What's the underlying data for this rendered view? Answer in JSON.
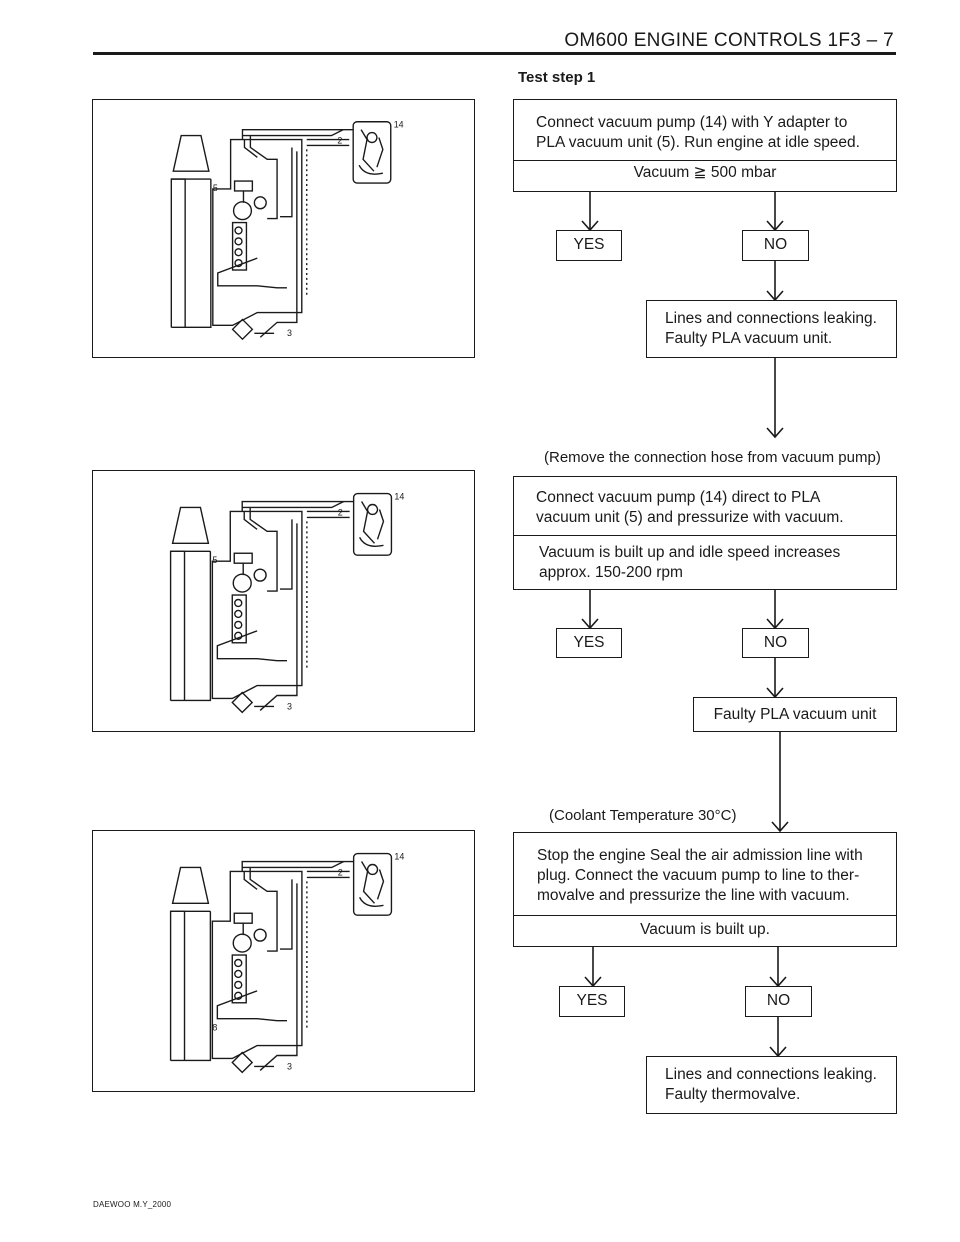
{
  "header": {
    "title": "OM600 ENGINE CONTROLS 1F3 – 7"
  },
  "step_title": "Test step 1",
  "figure_labels": {
    "n14": "14",
    "n2": "2",
    "n3": "3",
    "n5": "5",
    "n8": "8"
  },
  "step1": {
    "line1": "Connect vacuum pump (14) with Y adapter to",
    "line2": "PLA vacuum unit (5). Run engine at idle speed.",
    "condition": "Vacuum ≧ 500 mbar",
    "yes": "YES",
    "no": "NO",
    "no_result_line1": "Lines and connections leaking.",
    "no_result_line2": "Faulty PLA vacuum unit."
  },
  "note1": "(Remove the connection hose from vacuum pump)",
  "step2": {
    "line1": "Connect vacuum pump (14) direct to PLA",
    "line2": "vacuum unit (5) and pressurize with vacuum.",
    "cond_line1": "Vacuum is built up and idle speed increases",
    "cond_line2": "approx. 150-200 rpm",
    "yes": "YES",
    "no": "NO",
    "no_result": "Faulty PLA vacuum unit"
  },
  "note2": "(Coolant Temperature 30°C)",
  "step3": {
    "line1": "Stop the engine Seal the air admission line with",
    "line2": "plug. Connect the vacuum pump to line to ther-",
    "line3": "movalve and pressurize the line with vacuum.",
    "condition": "Vacuum is built up.",
    "yes": "YES",
    "no": "NO",
    "no_result_line1": "Lines and connections leaking.",
    "no_result_line2": "Faulty thermovalve."
  },
  "footer": "DAEWOO M.Y_2000"
}
